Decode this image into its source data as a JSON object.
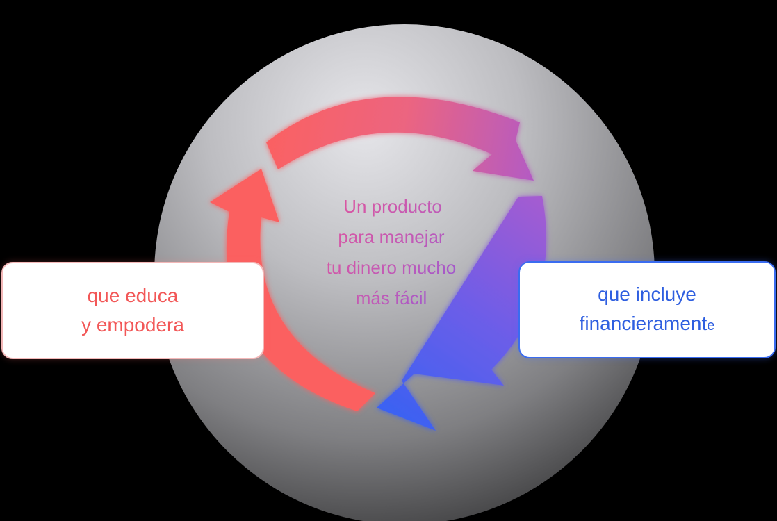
{
  "center_text": {
    "lines": [
      "Un producto",
      "para manejar",
      "tu dinero mucho",
      "más fácil"
    ]
  },
  "left_card": {
    "line1_prefix": "que ",
    "line1_bold": "educa",
    "line2": "y empodera"
  },
  "right_card": {
    "line1_prefix": "que ",
    "line1_bold": "incluye",
    "line2_main": "financieramen",
    "line2_t": "t",
    "line2_small": "e"
  },
  "colors": {
    "background": "#000000",
    "coral": "#fb6161",
    "purple": "#b35ac4",
    "blue": "#3a62f2",
    "center_text_pink": "#e0569c",
    "center_text_violet": "#9a57d8"
  }
}
